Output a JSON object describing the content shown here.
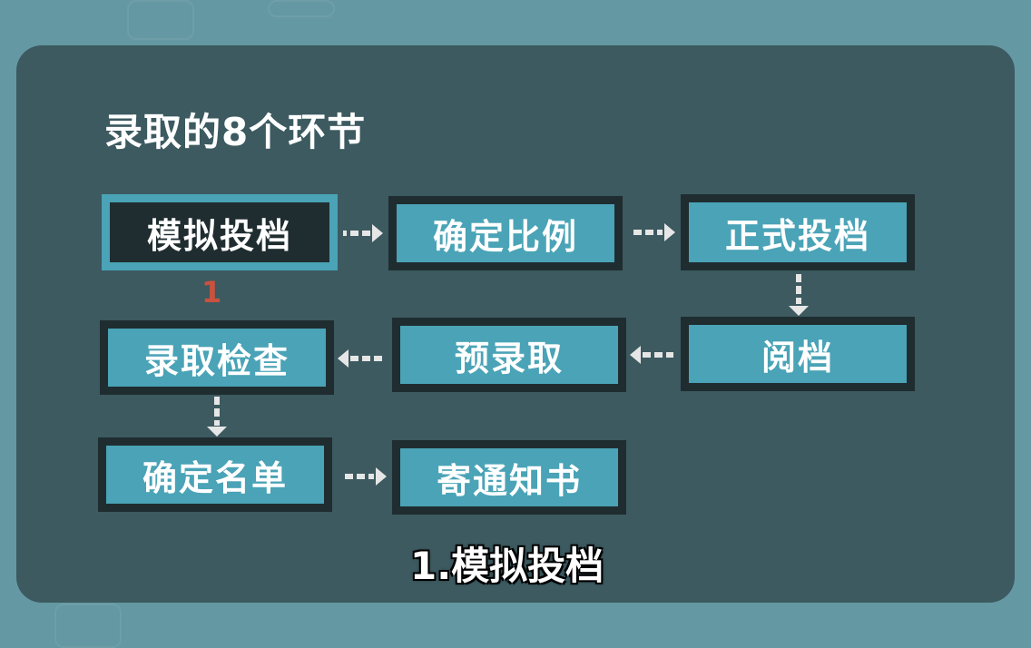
{
  "title": "录取的8个环节",
  "steps": [
    {
      "label": "模拟投档",
      "active": true
    },
    {
      "label": "确定比例"
    },
    {
      "label": "正式投档"
    },
    {
      "label": "阅档"
    },
    {
      "label": "预录取"
    },
    {
      "label": "录取检查"
    },
    {
      "label": "确定名单"
    },
    {
      "label": "寄通知书"
    }
  ],
  "active_step_number": "1",
  "caption": "1.模拟投档",
  "colors": {
    "background": "#6498a3",
    "panel": "#3c5a60",
    "node_fill": "#4aa3b6",
    "node_border": "#1f2d30",
    "step_number": "#c9523e",
    "arrow": "#e6e6e6"
  }
}
